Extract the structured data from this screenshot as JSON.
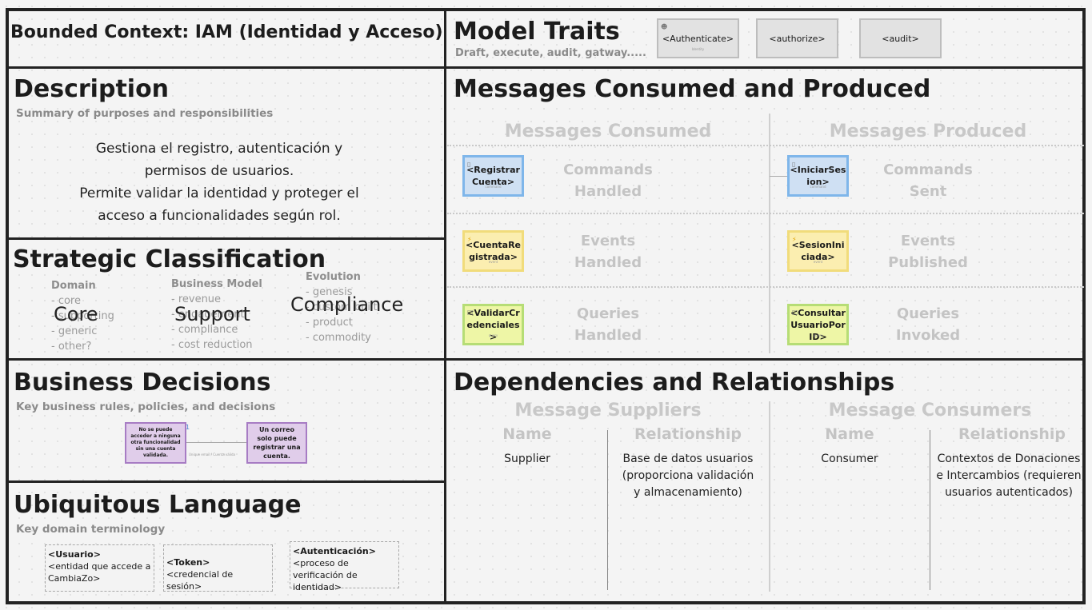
{
  "title": "Bounded Context: IAM (Identidad y Acceso)",
  "model_traits": {
    "heading": "Model Traits",
    "subtitle": "Draft, execute, audit, gatway.....",
    "cards": [
      {
        "label": "<Authenticate>",
        "tiny": "Identity"
      },
      {
        "label": "<authorize>"
      },
      {
        "label": "<audit>"
      }
    ]
  },
  "description": {
    "heading": "Description",
    "subtitle": "Summary of purposes and responsibilities",
    "lines": [
      "Gestiona el registro, autenticación y",
      "permisos de usuarios.",
      "Permite validar la identidad y proteger el",
      "acceso a funcionalidades según rol."
    ]
  },
  "strategic": {
    "heading": "Strategic Classification",
    "domain": {
      "label": "Domain",
      "items": [
        "- core",
        "- supporting",
        "- generic",
        "- other?"
      ],
      "value": "Core"
    },
    "business_model": {
      "label": "Business Model",
      "items": [
        "- revenue",
        "- engagement",
        "- compliance",
        "- cost reduction"
      ],
      "value": "Support"
    },
    "evolution": {
      "label": "Evolution",
      "items": [
        "- genesis",
        "- custom built",
        "- product",
        "- commodity"
      ],
      "value": "Compliance"
    }
  },
  "business_decisions": {
    "heading": "Business Decisions",
    "subtitle": "Key business rules, policies, and decisions",
    "note_left": "No se puede acceder a ninguna otra funcionalidad sin una cuenta validada.",
    "note_right": "Un correo solo puede registrar una cuenta.",
    "connector_label": "Unique email / Cuenta válida",
    "marker": "1"
  },
  "ubiquitous": {
    "heading": "Ubiquitous Language",
    "subtitle": "Key domain terminology",
    "terms": [
      {
        "term": "<Usuario>",
        "def": "<entidad que accede a CambiaZo>"
      },
      {
        "term": "<Token>",
        "def": "<credencial de sesión>"
      },
      {
        "term": "<Autenticación>",
        "def": "<proceso de verificación de identidad>"
      }
    ]
  },
  "messages": {
    "heading": "Messages Consumed and Produced",
    "consumed_heading": "Messages Consumed",
    "produced_heading": "Messages Produced",
    "rows": [
      {
        "in_card": "<RegistrarCuenta>",
        "in_tiny": "command",
        "in_label_1": "Commands",
        "in_label_2": "Handled",
        "out_card": "<IniciarSesion>",
        "out_tiny": "command",
        "out_label_1": "Commands",
        "out_label_2": "Sent"
      },
      {
        "in_card": "<CuentaRegistrada>",
        "in_tiny": "event",
        "in_label_1": "Events",
        "in_label_2": "Handled",
        "out_card": "<SesionIniciada>",
        "out_tiny": "event",
        "out_label_1": "Events",
        "out_label_2": "Published"
      },
      {
        "in_card": "<ValidarCredenciales>",
        "in_tiny": "query",
        "in_label_1": "Queries",
        "in_label_2": "Handled",
        "out_card": "<ConsultarUsuarioPorID>",
        "out_tiny": "query",
        "out_label_1": "Queries",
        "out_label_2": "Invoked"
      }
    ]
  },
  "dependencies": {
    "heading": "Dependencies and Relationships",
    "suppliers_heading": "Message Suppliers",
    "consumers_heading": "Message Consumers",
    "name_header": "Name",
    "relationship_header": "Relationship",
    "supplier_name": "Supplier",
    "supplier_relationship": "Base de datos usuarios (proporciona validación y almacenamiento)",
    "consumer_name": "Consumer",
    "consumer_relationship": "Contextos de Donaciones e Intercambios (requieren usuarios autenticados)"
  }
}
